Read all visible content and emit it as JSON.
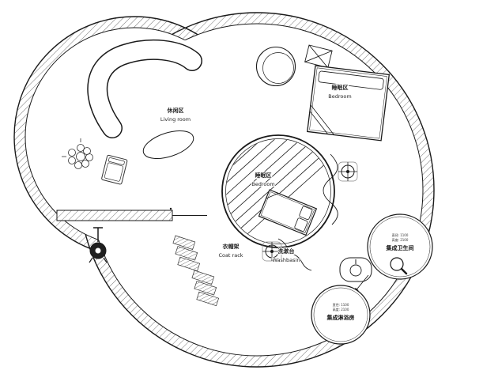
{
  "document": {
    "type": "residential-floor-plan"
  },
  "labels": {
    "living_room": {
      "zh": "休闲区",
      "en": "Living room"
    },
    "bedroom_top": {
      "zh": "睡眠区",
      "en": "Bedroom"
    },
    "bedroom_center": {
      "zh": "睡眠区",
      "en": "Bedroom"
    },
    "coat_rack": {
      "zh": "衣帽架",
      "en": "Coat rack"
    },
    "washbasin": {
      "zh": "洗漱台",
      "en": "Washbasin"
    },
    "bathroom_pod": {
      "spec_line1": "直径: 1100",
      "spec_line2": "高度: 2100",
      "name": "集成卫生间"
    },
    "shower_pod": {
      "spec_line1": "直径: 1100",
      "spec_line2": "高度: 2100",
      "name": "集成淋浴房"
    }
  },
  "colors": {
    "wall_line": "#1a1a1a",
    "hatch": "#666666",
    "background": "#ffffff",
    "text": "#222222"
  }
}
